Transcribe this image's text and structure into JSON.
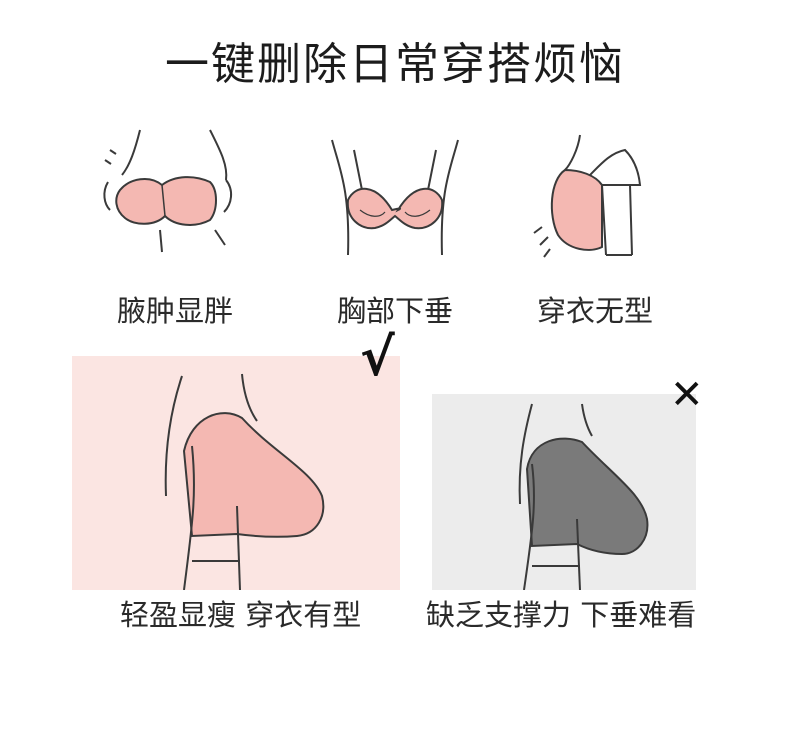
{
  "title": "一键删除日常穿搭烦恼",
  "problems": [
    {
      "label": "腋肿显胖",
      "icon": "side-fat-bra-icon"
    },
    {
      "label": "胸部下垂",
      "icon": "sagging-chest-bra-icon"
    },
    {
      "label": "穿衣无型",
      "icon": "shapeless-profile-icon"
    }
  ],
  "comparison": {
    "good": {
      "caption": "轻盈显瘦 穿衣有型",
      "mark": "√"
    },
    "bad": {
      "caption": "缺乏支撑力 下垂难看",
      "mark": "✕"
    }
  },
  "colors": {
    "bra_pink": "#f4b8b2",
    "panel_pink": "#fbe5e2",
    "panel_gray": "#ececec",
    "bra_gray": "#7a7a7a",
    "line": "#3a3a3a"
  }
}
